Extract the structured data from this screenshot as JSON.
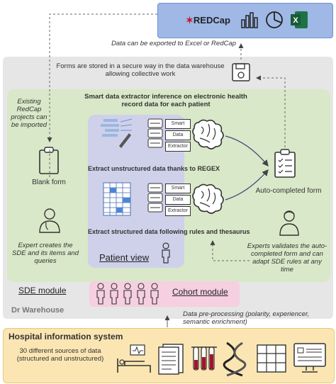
{
  "export": {
    "redcap_logo": "REDCap",
    "caption": "Data can be exported to Excel or RedCap"
  },
  "warehouse": {
    "storage_note": "Forms are stored in a secure way in the data warehouse allowing collective work",
    "label": "Dr Warehouse"
  },
  "extractor": {
    "title": "Smart data extractor inference on electronic health record data for each patient",
    "unstructured": "Extract unstructured data thanks to REGEX",
    "structured": "Extract structured data following rules and thesaurus",
    "stack_labels": [
      "Smart",
      "Data",
      "Extractor"
    ]
  },
  "left": {
    "import_note": "Existing RedCap projects can be imported",
    "blank_form": "Blank form",
    "expert_note": "Expert creates the SDE and its items and queries",
    "sde_module": "SDE module"
  },
  "right": {
    "auto_form": "Auto-completed form",
    "validate_note": "Experts validates the auto-completed form and can adapt SDE rules at any time"
  },
  "patient_view": "Patient view",
  "cohort_module": "Cohort module",
  "preprocessing": "Data pre-processing (polarity, experiencer, semantic enrichment)",
  "his": {
    "title": "Hospital information system",
    "sources": "30 different sources of data (structured and unstructured)"
  },
  "colors": {
    "export_bg": "#9fb8e6",
    "warehouse_bg": "#e6e6e6",
    "extractor_bg": "#d9e8c8",
    "patient_bg": "#cfd1ea",
    "cohort_bg": "#f6cfe0",
    "his_bg": "#fbe6b3"
  }
}
